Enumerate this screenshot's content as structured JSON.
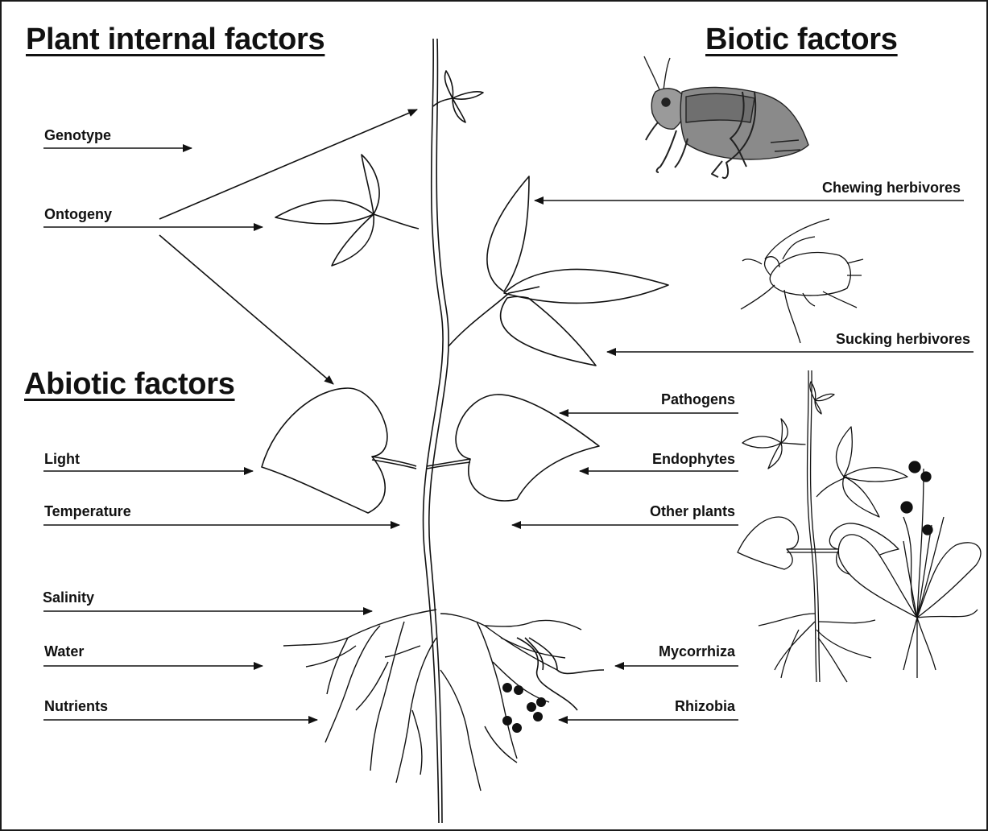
{
  "headings": {
    "plant_internal": "Plant internal factors",
    "biotic": "Biotic factors",
    "abiotic": "Abiotic factors"
  },
  "plant_internal_factors": [
    "Genotype",
    "Ontogeny"
  ],
  "abiotic_factors": [
    "Light",
    "Temperature",
    "Salinity",
    "Water",
    "Nutrients"
  ],
  "biotic_factors": [
    "Chewing herbivores",
    "Sucking herbivores",
    "Pathogens",
    "Endophytes",
    "Other plants",
    "Mycorrhiza",
    "Rhizobia"
  ],
  "illustrations": [
    "plant-with-roots",
    "grasshopper",
    "aphid",
    "companion-plants"
  ],
  "colors": {
    "ink": "#111111",
    "insect_gray": "#8a8a8a",
    "background": "#ffffff"
  }
}
